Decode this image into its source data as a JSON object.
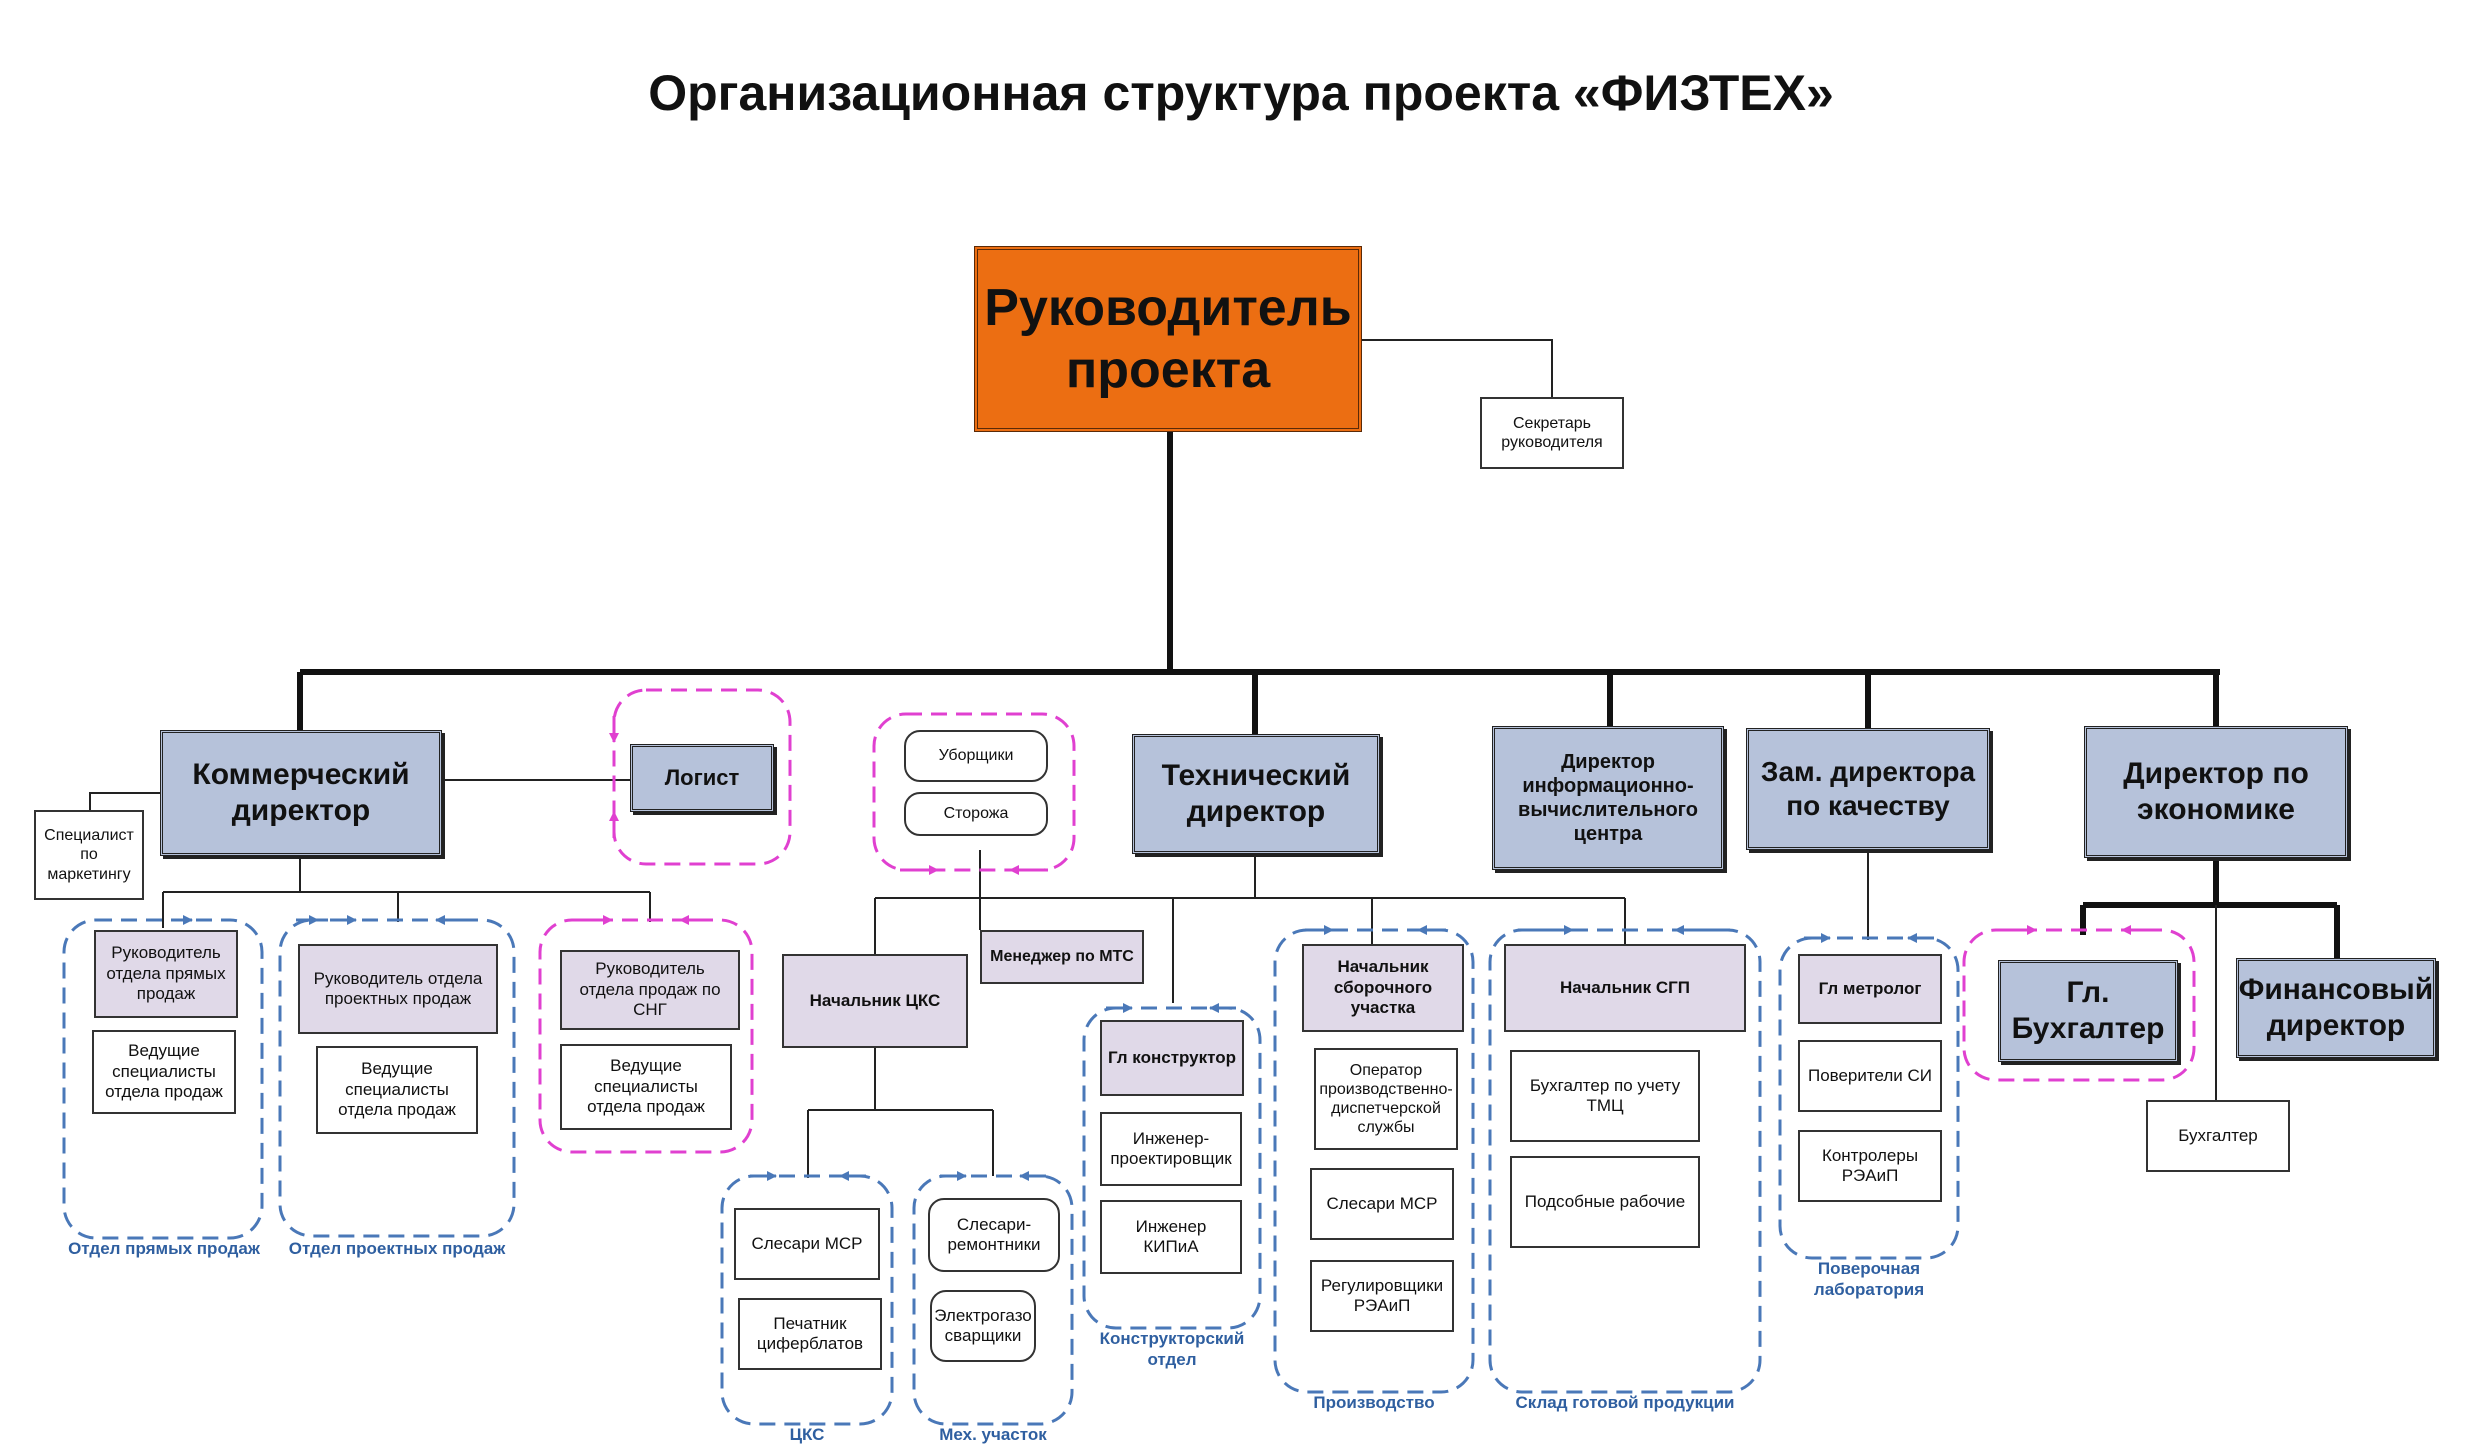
{
  "title": "Организационная структура проекта «ФИЗТЕХ»",
  "colors": {
    "head": "#ec6e12",
    "director": "#b6c2da",
    "unit_head": "#e0d9e8",
    "group_border_blue": "#4a78b8",
    "group_border_pink": "#e040d0"
  },
  "head": "Руководитель проекта",
  "secretary": "Секретарь руководителя",
  "commercial": {
    "director": "Коммерческий директор",
    "marketing": "Специалист по маркетингу",
    "logist": "Логист",
    "direct_head": "Руководитель отдела прямых продаж",
    "direct_staff": "Ведущие специалисты отдела продаж",
    "direct_label": "Отдел прямых продаж",
    "project_head": "Руководитель отдела проектных продаж",
    "project_staff": "Ведущие специалисты отдела продаж",
    "project_label": "Отдел проектных продаж",
    "cis_head": "Руководитель отдела продаж по СНГ",
    "cis_staff": "Ведущие специалисты отдела продаж"
  },
  "technical": {
    "cleaners": "Уборщики",
    "guards": "Сторожа",
    "director": "Технический директор",
    "mts_manager": "Менеджер по МТС",
    "cks_head": "Начальник ЦКС",
    "cks_fitters": "Слесари МСР",
    "dial_printer": "Печатник циферблатов",
    "cks_label": "ЦКС",
    "repair_fitters": "Слесари-ремонтники",
    "welders": "Электрогазо сварщики",
    "mech_label": "Мех. участок",
    "chief_designer": "Гл конструктор",
    "design_engineer": "Инженер-проектировщик",
    "kipia_engineer": "Инженер КИПиА",
    "design_label": "Конструкторский отдел",
    "assembly_head": "Начальник сборочного участка",
    "dispatcher": "Оператор производственно-диспетчерской службы",
    "prod_fitters": "Слесари МСР",
    "adjusters": "Регулировщики РЭАиП",
    "production_label": "Производство",
    "warehouse_head": "Начальник СГП",
    "tmc_accountant": "Бухгалтер по учету ТМЦ",
    "helpers": "Подсобные рабочие",
    "warehouse_label": "Склад готовой продукции"
  },
  "it": {
    "director": "Директор информационно-вычислительного центра"
  },
  "quality": {
    "director": "Зам. директора по качеству",
    "metrologist": "Гл метролог",
    "si_checkers": "Поверители СИ",
    "controllers": "Контролеры РЭАиП",
    "lab_label": "Поверочная лаборатория"
  },
  "economics": {
    "director": "Директор по экономике",
    "chief_accountant": "Гл. Бухгалтер",
    "finance_director": "Финансовый директор",
    "accountant": "Бухгалтер"
  }
}
